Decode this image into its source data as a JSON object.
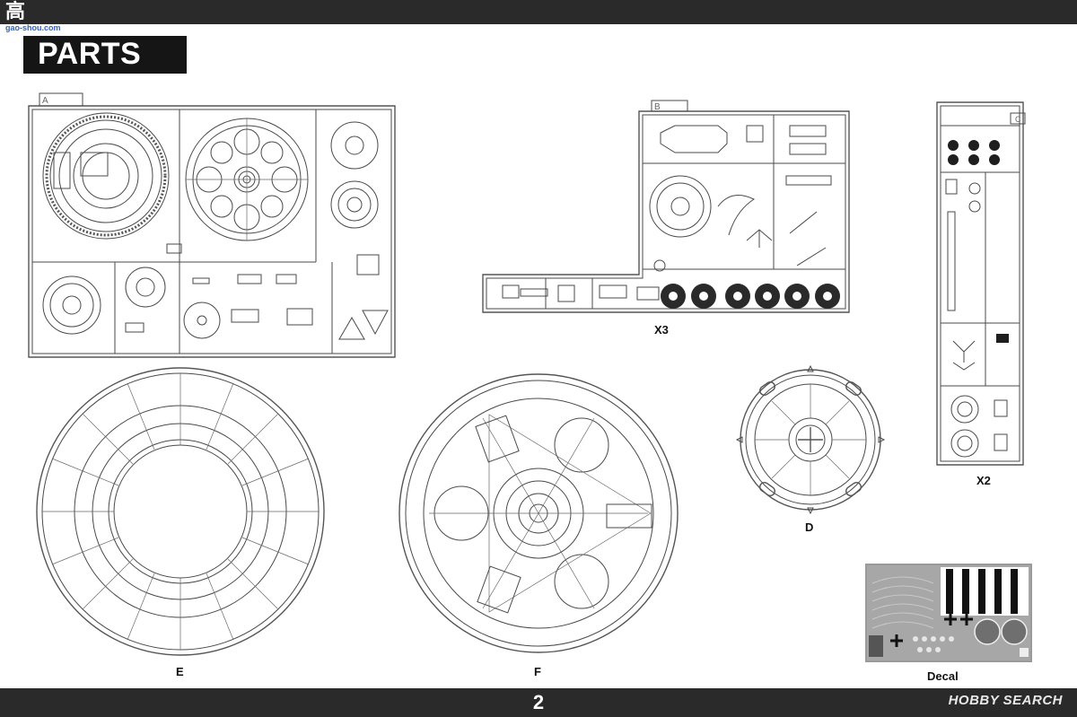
{
  "watermark_top": {
    "text": "高",
    "sub": "gao-shou.com"
  },
  "header": {
    "title": "PARTS"
  },
  "sprues": {
    "a": {
      "letter": "A"
    },
    "b": {
      "letter": "B",
      "multiplier": "X3"
    },
    "c": {
      "letter": "C",
      "multiplier": "X2"
    },
    "d": {
      "label": "D"
    },
    "e": {
      "label": "E"
    },
    "f": {
      "label": "F"
    }
  },
  "decal": {
    "label": "Decal"
  },
  "footer": {
    "page_number": "2"
  },
  "watermark_bottom": {
    "text": "HOBBY SEARCH"
  }
}
